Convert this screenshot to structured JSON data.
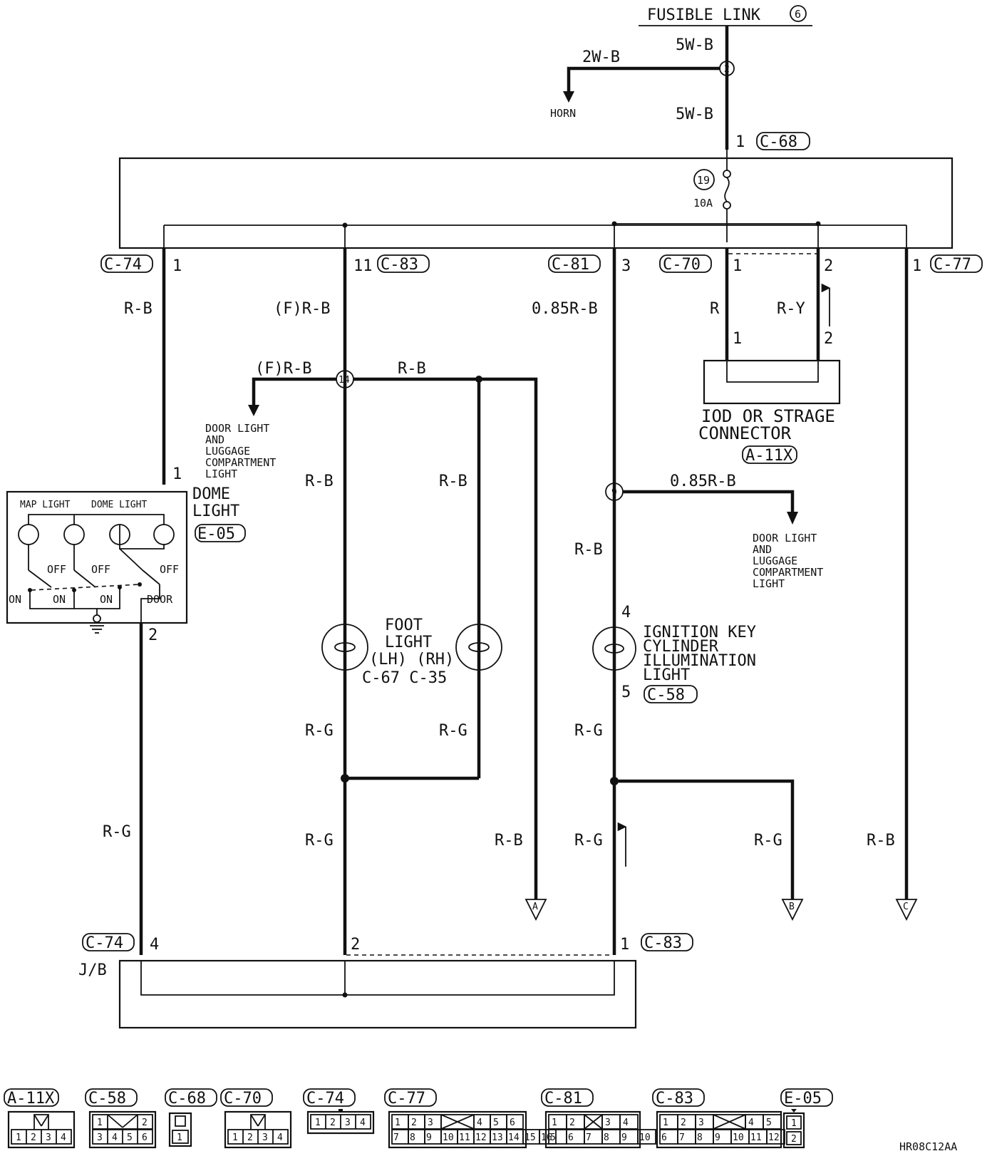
{
  "source": {
    "title": "FUSIBLE LINK",
    "num": "6",
    "wire_top": "5W-B",
    "splice": "2",
    "branch_wire": "2W-B",
    "branch_dest": "HORN",
    "wire_below": "5W-B",
    "pin": "1",
    "connector": "C-68"
  },
  "fuse": {
    "num": "19",
    "rating": "10A"
  },
  "top_connectors": [
    {
      "id": "C-74",
      "pin": "1"
    },
    {
      "id": "C-83",
      "pin": "11"
    },
    {
      "id": "C-81",
      "pin": "3"
    },
    {
      "id": "C-70",
      "pin1": "1",
      "pin2": "2"
    },
    {
      "id": "C-77",
      "pin": "1"
    }
  ],
  "wires": {
    "rb": "R-B",
    "frb": "(F)R-B",
    "r085rb": "0.85R-B",
    "r": "R",
    "ry": "R-Y",
    "rg": "R-G"
  },
  "splices": {
    "s14": "14",
    "s9": "9"
  },
  "iod": {
    "label_line1": "IOD OR STRAGE",
    "label_line2": "CONNECTOR",
    "connector": "A-11X",
    "pin1": "1",
    "pin2": "2"
  },
  "door_light_left": [
    "DOOR LIGHT",
    "AND",
    "LUGGAGE",
    "COMPARTMENT",
    "LIGHT"
  ],
  "door_light_right": [
    "DOOR LIGHT",
    "AND",
    "LUGGAGE",
    "COMPARTMENT",
    "LIGHT"
  ],
  "dome": {
    "label1": "DOME",
    "label2": "LIGHT",
    "connector": "E-05",
    "pin_in": "1",
    "pin_out": "2",
    "map_label": "MAP LIGHT",
    "dome_label": "DOME LIGHT",
    "off": "OFF",
    "on": "ON",
    "door": "DOOR"
  },
  "foot": {
    "line1": "FOOT",
    "line2": "LIGHT",
    "line3": "(LH) (RH)",
    "line4": "C-67 C-35"
  },
  "ign": {
    "lines": [
      "IGNITION KEY",
      "CYLINDER",
      "ILLUMINATION",
      "LIGHT"
    ],
    "pin_in": "4",
    "pin_out": "5",
    "connector": "C-58"
  },
  "terminals": [
    "A",
    "B",
    "C"
  ],
  "jb": {
    "label": "J/B",
    "left_conn": "C-74",
    "left_pin": "4",
    "mid_pin": "2",
    "right_pin": "1",
    "right_conn": "C-83"
  },
  "connector_views": [
    {
      "id": "A-11X",
      "pins": [
        "1",
        "2",
        "3",
        "4"
      ]
    },
    {
      "id": "C-58",
      "pins": [
        "1",
        "2",
        "3",
        "4",
        "5",
        "6"
      ]
    },
    {
      "id": "C-68",
      "pins": [
        "1"
      ]
    },
    {
      "id": "C-70",
      "pins": [
        "1",
        "2",
        "3",
        "4"
      ]
    },
    {
      "id": "C-74",
      "pins": [
        "1",
        "2",
        "3",
        "4"
      ]
    },
    {
      "id": "C-77",
      "pins": [
        "1",
        "2",
        "3",
        "4",
        "5",
        "6",
        "7",
        "8",
        "9",
        "10",
        "11",
        "12",
        "13",
        "14",
        "15",
        "16"
      ]
    },
    {
      "id": "C-81",
      "pins": [
        "1",
        "2",
        "3",
        "4",
        "5",
        "6",
        "7",
        "8",
        "9",
        "10"
      ]
    },
    {
      "id": "C-83",
      "pins": [
        "1",
        "2",
        "3",
        "4",
        "5",
        "6",
        "7",
        "8",
        "9",
        "10",
        "11",
        "12"
      ]
    },
    {
      "id": "E-05",
      "pins": [
        "1",
        "2"
      ]
    }
  ],
  "code": "HR08C12AA"
}
